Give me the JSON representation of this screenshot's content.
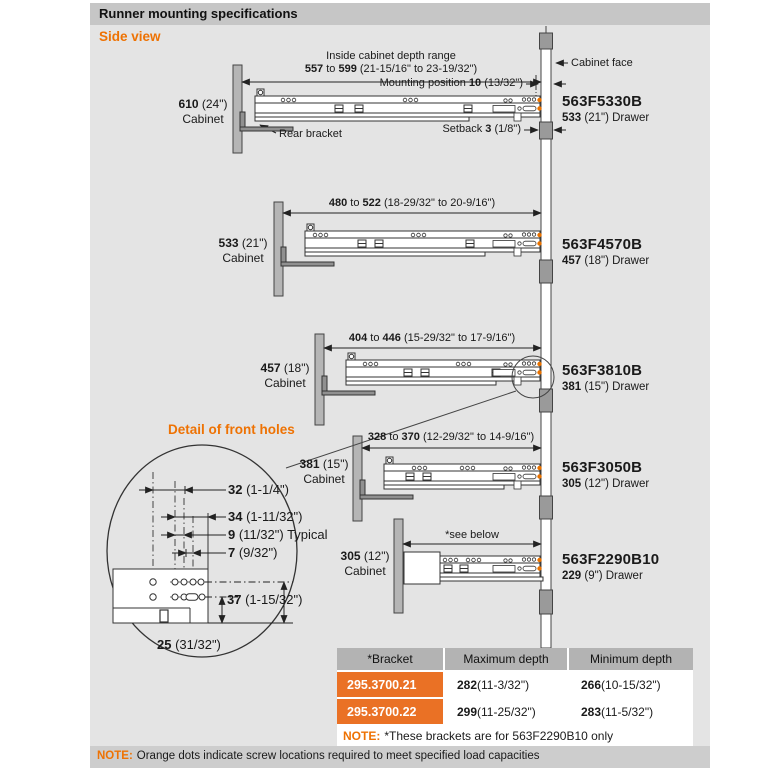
{
  "header": {
    "title": "Runner mounting specifications"
  },
  "side_view_label": "Side view",
  "colors": {
    "accent_orange": "#EE7203",
    "table_row_orange": "#EA7125",
    "dot_orange": "#E87200"
  },
  "annotations": {
    "inside_range_caption": "Inside cabinet depth range",
    "cabinet_face": "Cabinet face",
    "mounting_position": {
      "pre": "Mounting position ",
      "num": "10",
      "post": " (13/32\")"
    },
    "setback": {
      "pre": "Setback ",
      "num": "3",
      "post": " (1/8\")"
    },
    "rear_bracket": "Rear bracket",
    "see_below": "*see below",
    "cabinet_word": "Cabinet"
  },
  "runners": [
    {
      "cabinet": {
        "num": "610",
        "rest": " (24\")"
      },
      "range": {
        "v1": "557",
        "mid": " to ",
        "v2": "599",
        "rest": " (21-15/16\" to 23-19/32\")"
      },
      "model": "563F5330B",
      "drawer": {
        "num": "533",
        "rest": " (21\") Drawer"
      }
    },
    {
      "cabinet": {
        "num": "533",
        "rest": " (21\")"
      },
      "range": {
        "v1": "480",
        "mid": " to ",
        "v2": "522",
        "rest": " (18-29/32\" to 20-9/16\")"
      },
      "model": "563F4570B",
      "drawer": {
        "num": "457",
        "rest": " (18\") Drawer"
      }
    },
    {
      "cabinet": {
        "num": "457",
        "rest": " (18\")"
      },
      "range": {
        "v1": "404",
        "mid": " to ",
        "v2": "446",
        "rest": " (15-29/32\" to 17-9/16\")"
      },
      "model": "563F3810B",
      "drawer": {
        "num": "381",
        "rest": " (15\") Drawer"
      }
    },
    {
      "cabinet": {
        "num": "381",
        "rest": " (15\")"
      },
      "range": {
        "v1": "328",
        "mid": " to ",
        "v2": "370",
        "rest": " (12-29/32\" to 14-9/16\")"
      },
      "model": "563F3050B",
      "drawer": {
        "num": "305",
        "rest": " (12\") Drawer"
      }
    },
    {
      "cabinet": {
        "num": "305",
        "rest": " (12\")"
      },
      "range": null,
      "model": "563F2290B10",
      "drawer": {
        "num": "229",
        "rest": " (9\") Drawer"
      }
    }
  ],
  "detail": {
    "title": "Detail of front holes",
    "d32": {
      "num": "32",
      "rest": " (1-1/4\")"
    },
    "d34": {
      "num": "34",
      "rest": " (1-11/32\")"
    },
    "d9": {
      "num": "9",
      "rest": " (11/32\") Typical"
    },
    "d7": {
      "num": "7",
      "rest": " (9/32\")"
    },
    "d37": {
      "num": "37",
      "rest": " (1-15/32\")"
    },
    "d25": {
      "num": "25",
      "rest": " (31/32\")"
    }
  },
  "table": {
    "headers": [
      "*Bracket",
      "Maximum depth",
      "Minimum depth"
    ],
    "rows": [
      {
        "bracket": "295.3700.21",
        "max_num": "282",
        "max_rest": " (11-3/32\")",
        "min_num": "266",
        "min_rest": " (10-15/32\")"
      },
      {
        "bracket": "295.3700.22",
        "max_num": "299",
        "max_rest": " (11-25/32\")",
        "min_num": "283",
        "min_rest": " (11-5/32\")"
      }
    ],
    "note_label": "NOTE:",
    "note_text": "*These brackets are for 563F2290B10 only"
  },
  "footer_note": {
    "label": "NOTE:",
    "text": "Orange dots indicate screw locations required to meet specified load capacities"
  }
}
